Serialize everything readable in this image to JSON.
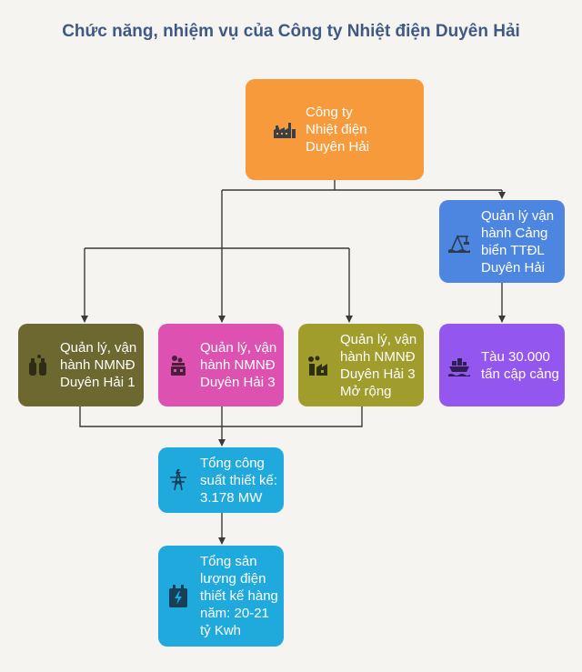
{
  "title": "Chức năng, nhiệm vụ của Công ty Nhiệt điện Duyên Hải",
  "colors": {
    "company": "#f79a3c",
    "port": "#4d86e1",
    "dh1": "#6d6830",
    "dh3": "#dd51b1",
    "dh3ext": "#a19d2d",
    "ship": "#9356ef",
    "capacity": "#20a9dd",
    "output": "#20a9dd",
    "connector": "#3a3a3a",
    "title": "#3e5a82"
  },
  "nodes": {
    "company": {
      "label": "Công ty\nNhiệt điện\nDuyên Hải",
      "icon": "factory-icon"
    },
    "port": {
      "label": "Quản lý vận\nhành Cảng\nbiển TTĐL\nDuyên Hải",
      "icon": "port-crane-icon"
    },
    "dh1": {
      "label": "Quản lý, vận\nhành NMNĐ\nDuyên Hải 1",
      "icon": "gas-cylinders-icon"
    },
    "dh3": {
      "label": "Quản lý, vận\nhành NMNĐ\nDuyên Hải 3",
      "icon": "power-plant-icon"
    },
    "dh3ext": {
      "label": "Quản lý, vận\nhành NMNĐ\nDuyên Hải 3\nMở rộng",
      "icon": "plant-expansion-icon"
    },
    "ship": {
      "label": "Tàu 30.000\ntấn cập cảng",
      "icon": "ship-icon"
    },
    "capacity": {
      "label": "Tổng công\nsuất thiết kế:\n3.178 MW",
      "icon": "power-tower-icon"
    },
    "output": {
      "label": "Tổng sản\nlượng điện\nthiết kế hàng\nnăm: 20-21\ntỷ Kwh",
      "icon": "battery-bolt-icon"
    }
  }
}
